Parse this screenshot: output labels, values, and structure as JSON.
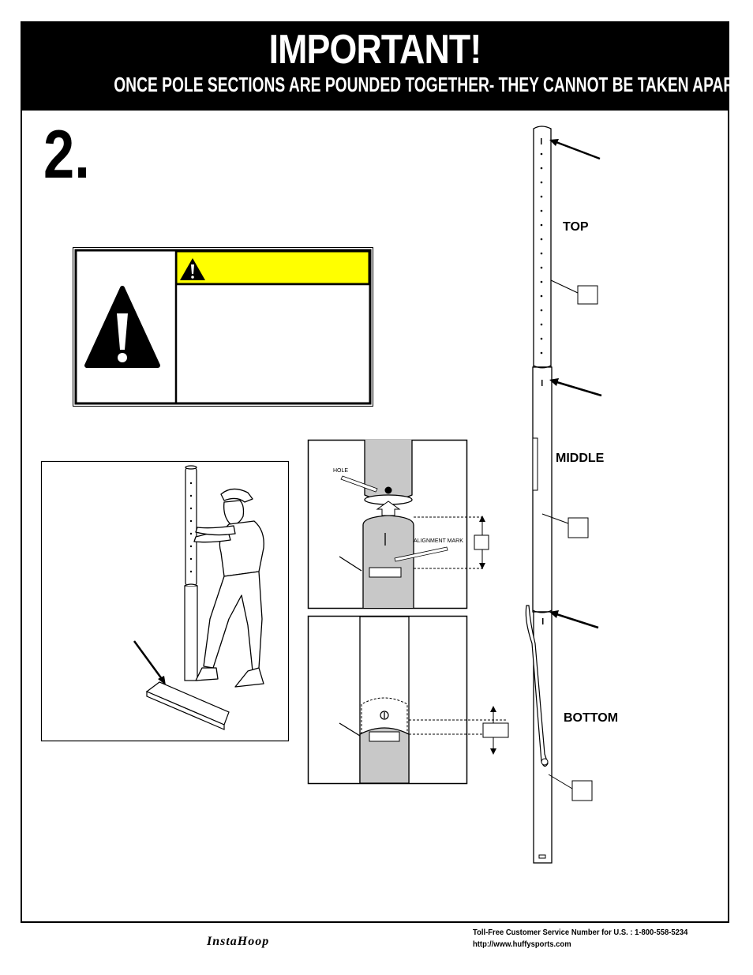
{
  "banner": {
    "title": "IMPORTANT!",
    "subtitle": "ONCE POLE SECTIONS ARE POUNDED TOGETHER- THEY CANNOT BE TAKEN APART"
  },
  "step": {
    "number": "2."
  },
  "pole_labels": {
    "top": "TOP",
    "middle": "MIDDLE",
    "bottom": "BOTTOM"
  },
  "detail": {
    "hole": "HOLE",
    "alignment_mark": "ALIGNMENT MARK"
  },
  "colors": {
    "warning_yellow": "#ffff00",
    "pole_gray": "#c8c8c8"
  },
  "icons": {
    "warning": "warning-triangle-icon"
  },
  "footer": {
    "phone": "Toll-Free Customer Service Number for U.S. : 1-800-558-5234",
    "url": "http://www.huffysports.com",
    "logo": "InstaHoop"
  }
}
